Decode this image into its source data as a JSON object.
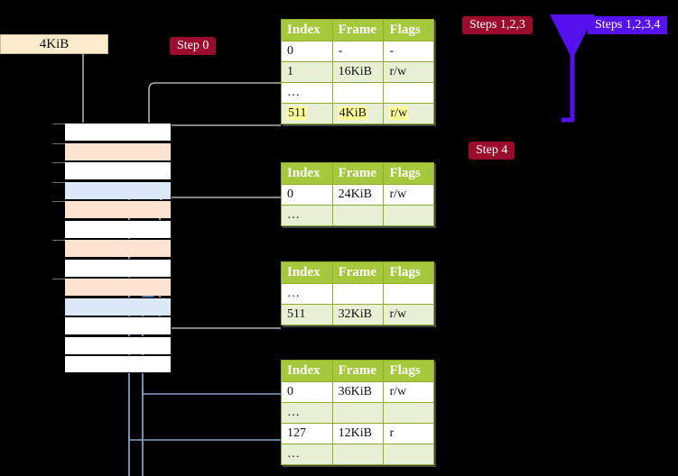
{
  "diagram": {
    "title": "multi-level page table walk",
    "colors": {
      "background": "#000000",
      "table_header": "#a6c83c",
      "table_alt_row": "#e9efd5",
      "highlight": "#ffff99",
      "badge_red": "#9b0b2b",
      "badge_blue": "#5511ee",
      "mem_peach": "#fde3cf",
      "mem_blue": "#dbe8f7",
      "kib_box": "#faeccd",
      "wire_gray": "#9a9a9a",
      "wire_blue": "#7f9fc4"
    }
  },
  "labels": {
    "frame_size": "4KiB",
    "step0": "Step 0",
    "step4": "Step 4",
    "steps123": "Steps 1,2,3",
    "steps1234": "Steps 1,2,3,4"
  },
  "tables": [
    {
      "name": "level-1-page-table",
      "headers": [
        "Index",
        "Frame",
        "Flags"
      ],
      "rows": [
        {
          "index": "0",
          "frame": "-",
          "flags": "-",
          "style": "plain",
          "highlight": false
        },
        {
          "index": "1",
          "frame": "16KiB",
          "flags": "r/w",
          "style": "alt",
          "highlight": false
        },
        {
          "index": "…",
          "frame": "",
          "flags": "",
          "style": "plain",
          "highlight": false
        },
        {
          "index": "511",
          "frame": "4KiB",
          "flags": "r/w",
          "style": "alt",
          "highlight": true
        }
      ]
    },
    {
      "name": "level-2-page-table",
      "headers": [
        "Index",
        "Frame",
        "Flags"
      ],
      "rows": [
        {
          "index": "0",
          "frame": "24KiB",
          "flags": "r/w",
          "style": "plain",
          "highlight": false
        },
        {
          "index": "…",
          "frame": "",
          "flags": "",
          "style": "alt",
          "highlight": false
        }
      ]
    },
    {
      "name": "level-3-page-table",
      "headers": [
        "Index",
        "Frame",
        "Flags"
      ],
      "rows": [
        {
          "index": "…",
          "frame": "",
          "flags": "",
          "style": "plain",
          "highlight": false
        },
        {
          "index": "511",
          "frame": "32KiB",
          "flags": "r/w",
          "style": "alt",
          "highlight": false
        }
      ]
    },
    {
      "name": "level-4-page-table",
      "headers": [
        "Index",
        "Frame",
        "Flags"
      ],
      "rows": [
        {
          "index": "0",
          "frame": "36KiB",
          "flags": "r/w",
          "style": "plain",
          "highlight": false
        },
        {
          "index": "…",
          "frame": "",
          "flags": "",
          "style": "alt",
          "highlight": false
        },
        {
          "index": "127",
          "frame": "12KiB",
          "flags": "r",
          "style": "plain",
          "highlight": false
        },
        {
          "index": "…",
          "frame": "",
          "flags": "",
          "style": "alt",
          "highlight": false
        }
      ]
    }
  ],
  "memory": {
    "name": "physical-memory-column",
    "row_count": 13,
    "rows": [
      {
        "fill": "white"
      },
      {
        "fill": "peach"
      },
      {
        "fill": "white"
      },
      {
        "fill": "blue"
      },
      {
        "fill": "peach"
      },
      {
        "fill": "white"
      },
      {
        "fill": "peach"
      },
      {
        "fill": "white"
      },
      {
        "fill": "peach"
      },
      {
        "fill": "blue"
      },
      {
        "fill": "white"
      },
      {
        "fill": "white"
      },
      {
        "fill": "white"
      }
    ],
    "ticks": [
      0,
      1,
      2,
      3,
      4,
      6,
      8
    ]
  }
}
